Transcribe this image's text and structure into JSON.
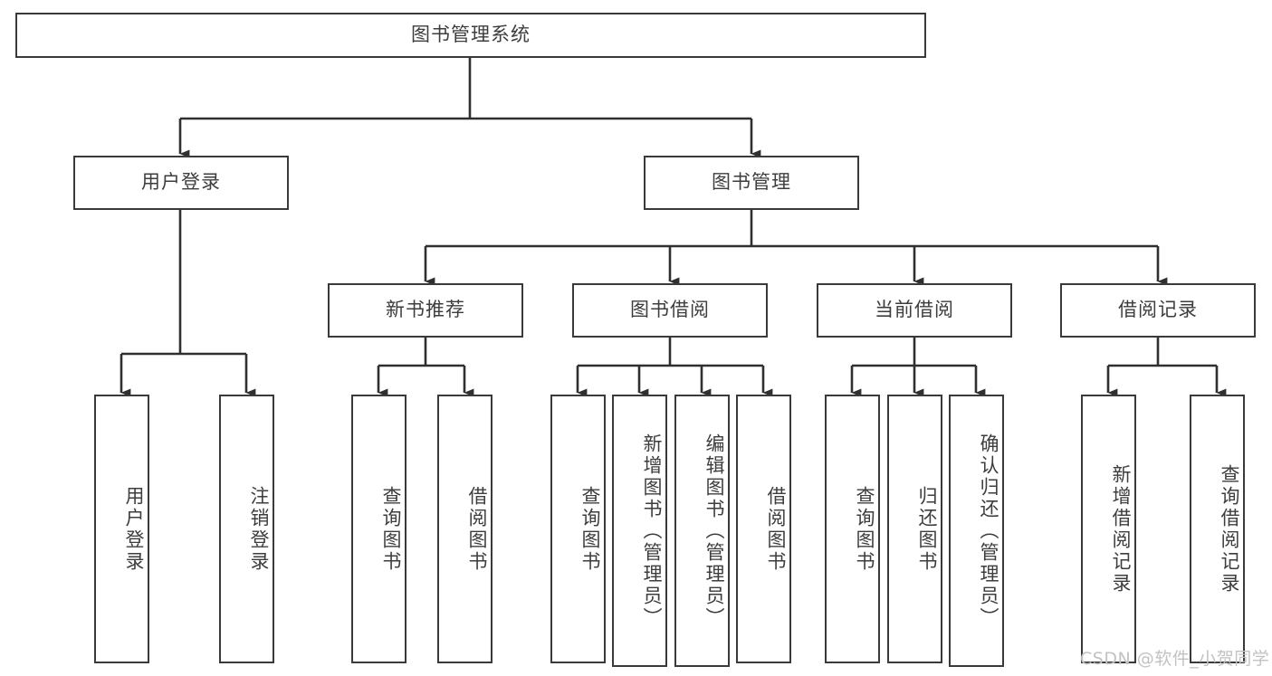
{
  "diagram": {
    "title": "图书管理系统",
    "type": "功能结构图",
    "style": {
      "box_border_color": "#3a3a3a",
      "box_fill_color": "#ffffff",
      "text_color": "#3d3d3d",
      "connector_color": "#2f2f2f",
      "background_color": "#ffffff",
      "watermark_color": "#c2c2c2"
    },
    "watermark": "CSDN @软件_小贺同学",
    "nodes": {
      "root": {
        "label": "图书管理系统"
      },
      "level2": [
        {
          "label": "用户登录"
        },
        {
          "label": "图书管理"
        }
      ],
      "level3": [
        {
          "label": "新书推荐"
        },
        {
          "label": "图书借阅"
        },
        {
          "label": "当前借阅"
        },
        {
          "label": "借阅记录"
        }
      ],
      "leaves": {
        "user_login": [
          {
            "label": "用户登录"
          },
          {
            "label": "注销登录"
          }
        ],
        "new_book_recommend": [
          {
            "label": "查询图书"
          },
          {
            "label": "借阅图书"
          }
        ],
        "book_borrow": [
          {
            "label": "查询图书"
          },
          {
            "label": "新增图书（管理员）"
          },
          {
            "label": "编辑图书（管理员）"
          },
          {
            "label": "借阅图书"
          }
        ],
        "current_borrow": [
          {
            "label": "查询图书"
          },
          {
            "label": "归还图书"
          },
          {
            "label": "确认归还（管理员）"
          }
        ],
        "borrow_record": [
          {
            "label": "新增借阅记录"
          },
          {
            "label": "查询借阅记录"
          }
        ]
      }
    }
  }
}
